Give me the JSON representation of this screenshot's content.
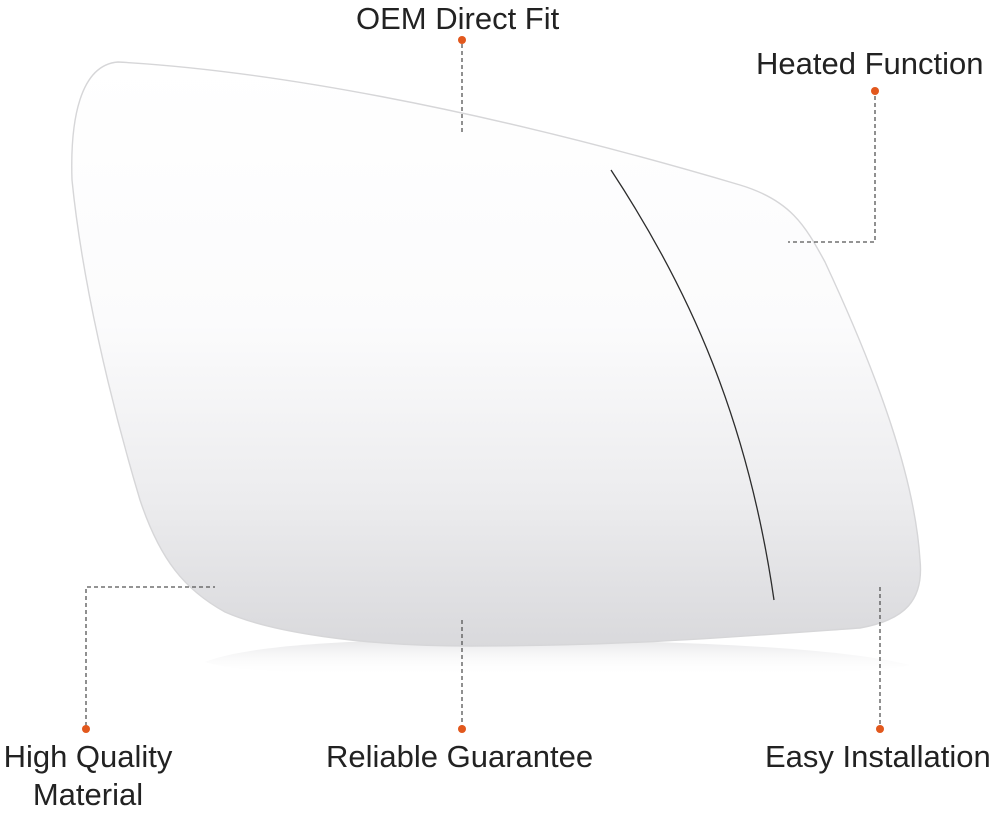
{
  "features": {
    "oem_direct_fit": "OEM Direct Fit",
    "heated_function": "Heated Function",
    "high_quality_material": [
      "High Quality",
      "Material"
    ],
    "reliable_guarantee": "Reliable Guarantee",
    "easy_installation": "Easy Installation"
  },
  "colors": {
    "marker_dot": "#e2581d",
    "leader_line": "#555555",
    "text": "#222222"
  }
}
